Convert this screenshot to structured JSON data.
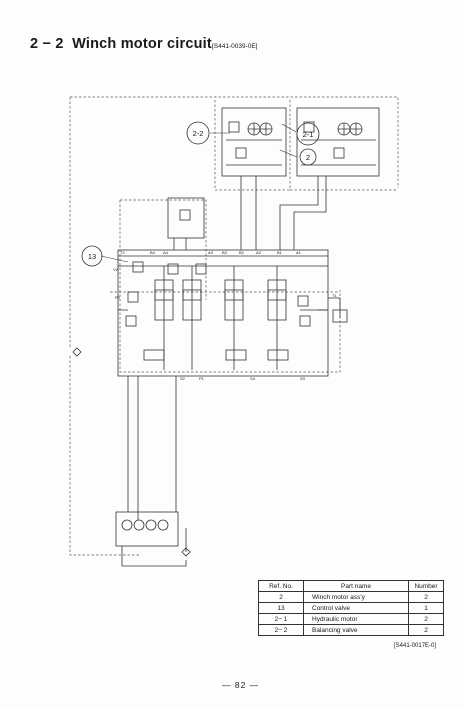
{
  "section": {
    "number": "2 − 2",
    "title": "Winch motor circuit",
    "code": "[S441-0039-0E]"
  },
  "callouts": {
    "c22": "2-2",
    "c21": "2-1",
    "c2": "2",
    "c13": "13"
  },
  "port_labels": {
    "t2": "T2",
    "b4": "B4",
    "a4": "A4",
    "a3": "A3",
    "b3": "B3",
    "b2": "B2",
    "a2": "A2",
    "b1": "B1",
    "a1": "A1",
    "v2": "V2",
    "p2": "P2",
    "t1": "T1",
    "s2": "S2",
    "p1": "P1",
    "s4": "S4",
    "s3": "S3"
  },
  "parts_table": {
    "headers": [
      "Ref. No.",
      "Part name",
      "Number"
    ],
    "rows": [
      [
        "2",
        "Winch motor ass'y",
        "2"
      ],
      [
        "13",
        "Control valve",
        "1"
      ],
      [
        "2− 1",
        "Hydraulic motor",
        "2"
      ],
      [
        "2− 2",
        "Balancing valve",
        "2"
      ]
    ]
  },
  "doc_code": "[S441-0017E-0]",
  "page_number": "— 82 —"
}
